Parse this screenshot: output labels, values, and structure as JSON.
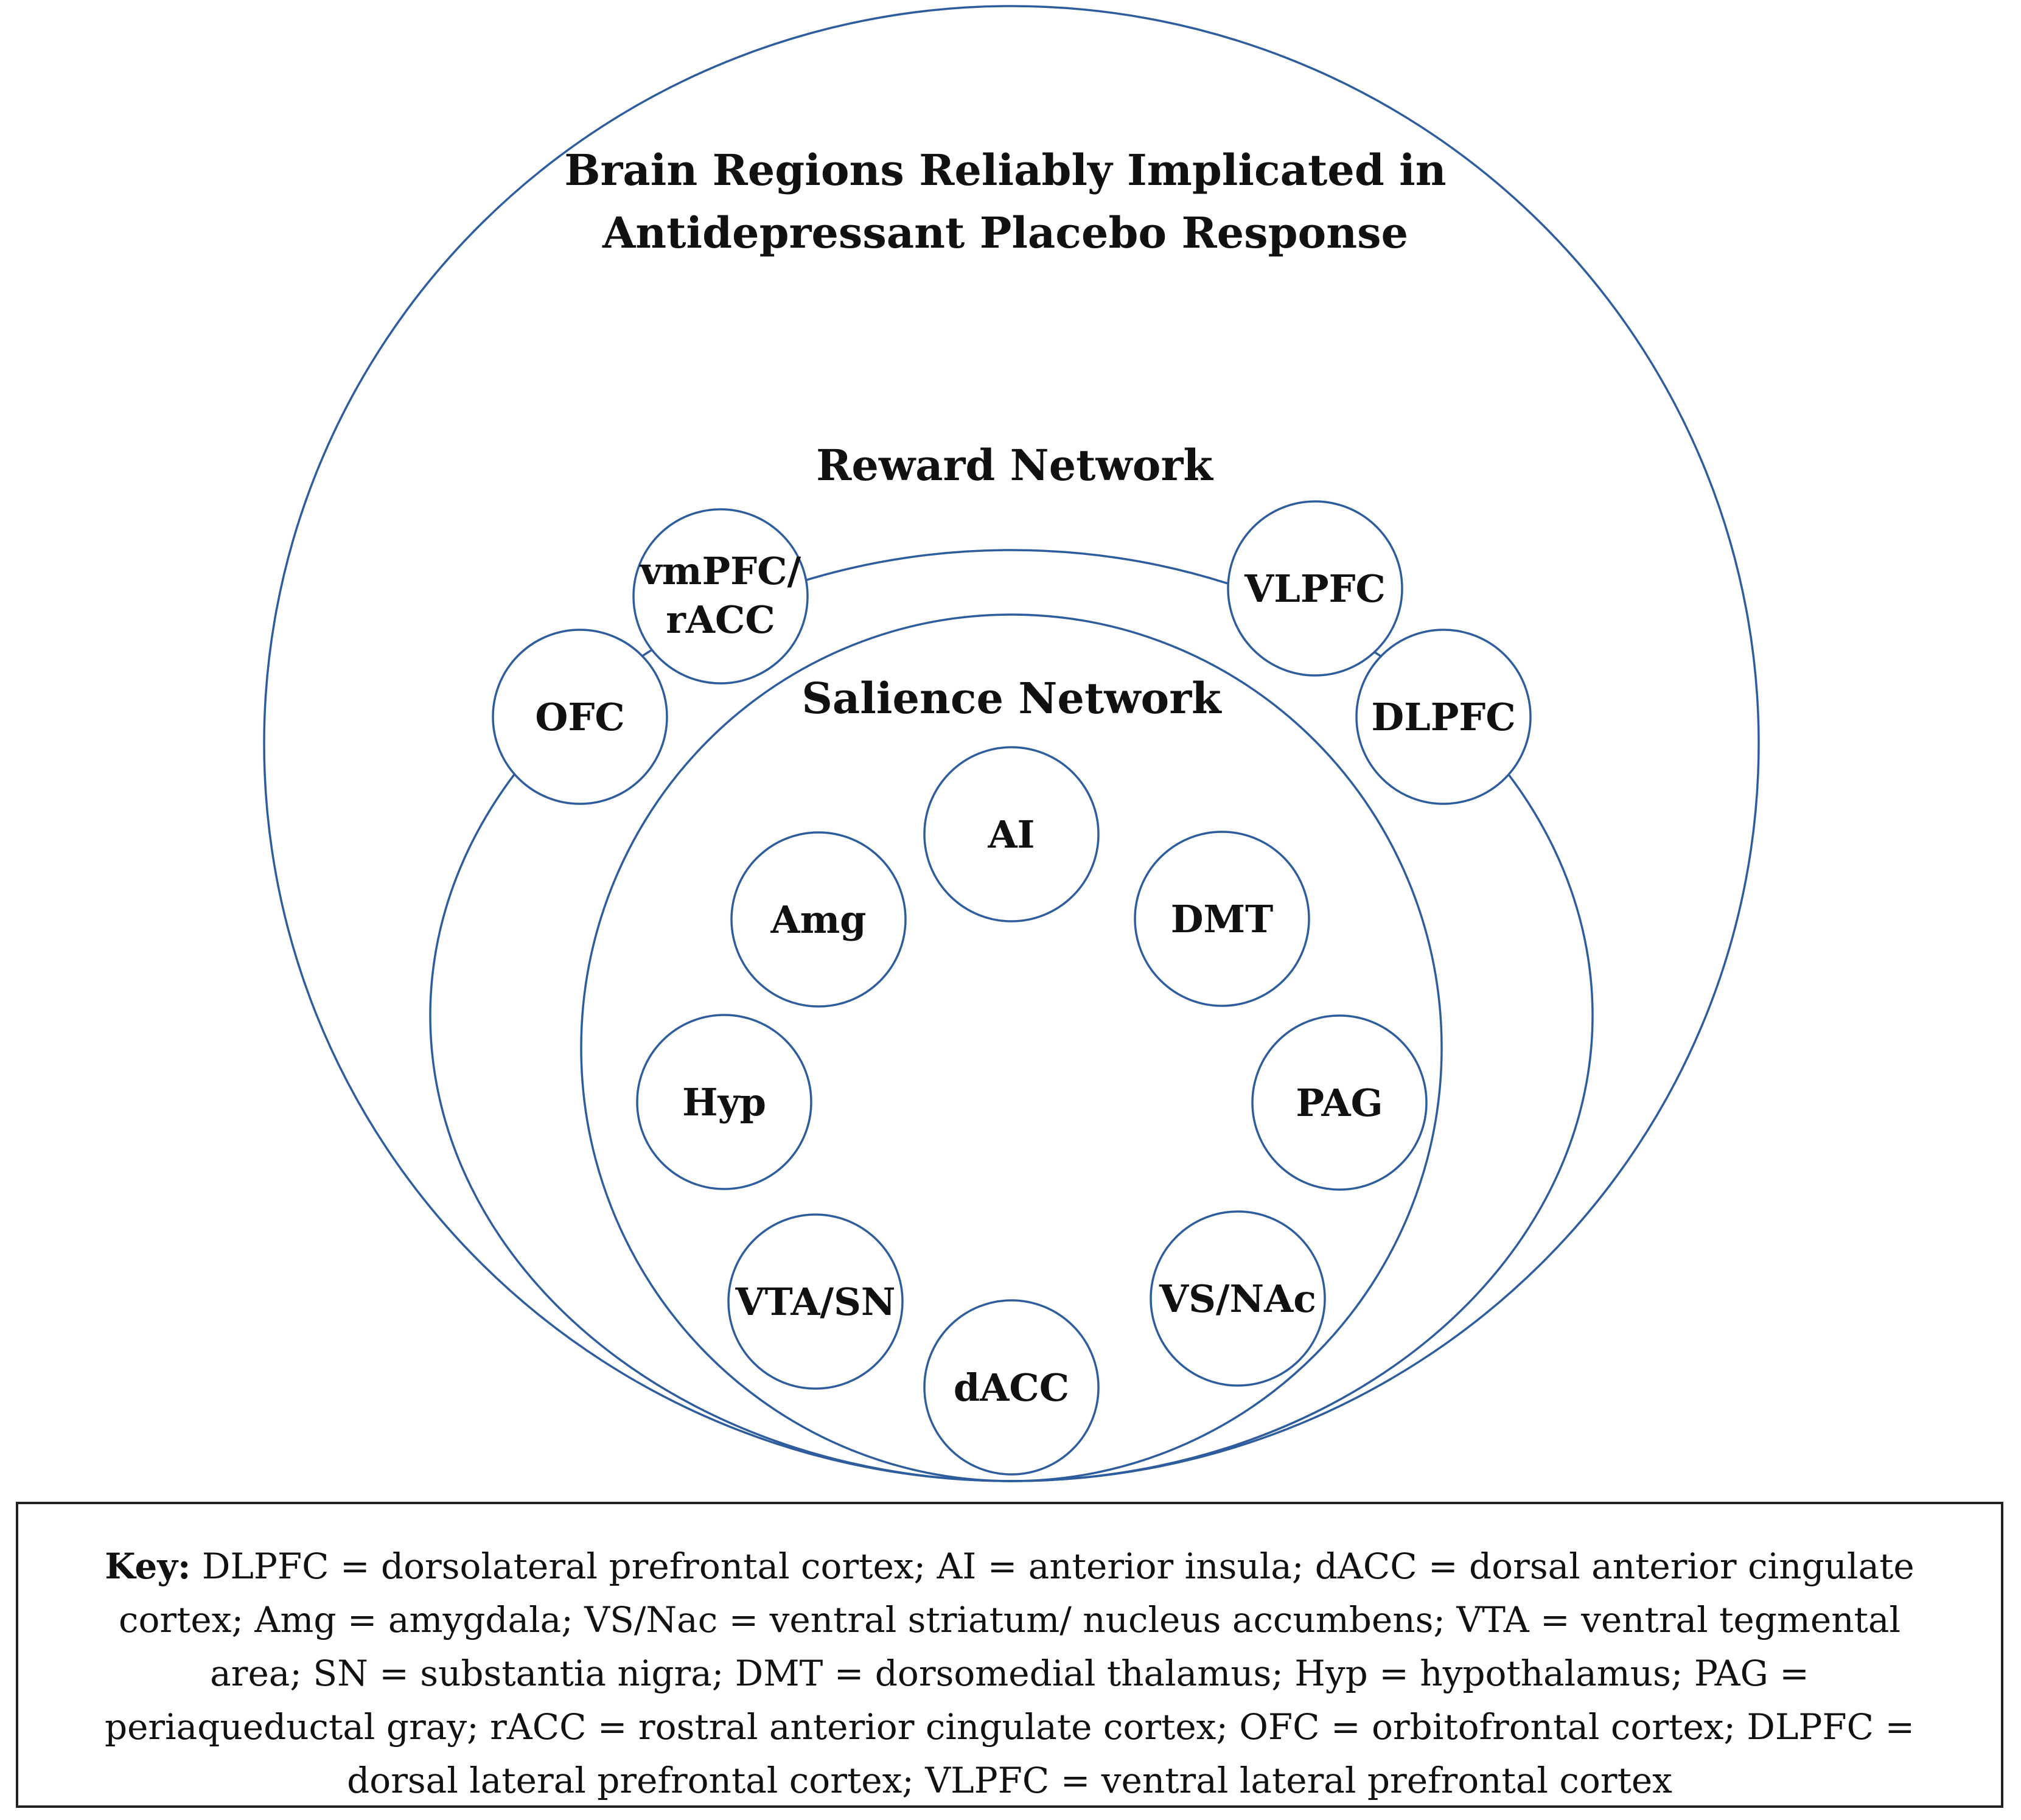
{
  "diagram": {
    "title": {
      "line1": "Brain Regions Reliably Implicated in",
      "line2": "Antidepressant Placebo Response"
    },
    "reward_network": {
      "label": "Reward Network"
    },
    "salience_network": {
      "label": "Salience Network"
    },
    "reward_nodes": [
      {
        "id": "vmpfc",
        "lines": [
          "vmPFC/",
          "rACC"
        ]
      },
      {
        "id": "ofc",
        "lines": [
          "OFC"
        ]
      },
      {
        "id": "vlpfc",
        "lines": [
          "VLPFC"
        ]
      },
      {
        "id": "dlpfc",
        "lines": [
          "DLPFC"
        ]
      }
    ],
    "salience_nodes": [
      {
        "id": "ai",
        "lines": [
          "AI"
        ]
      },
      {
        "id": "amg",
        "lines": [
          "Amg"
        ]
      },
      {
        "id": "dmt",
        "lines": [
          "DMT"
        ]
      },
      {
        "id": "hyp",
        "lines": [
          "Hyp"
        ]
      },
      {
        "id": "pag",
        "lines": [
          "PAG"
        ]
      },
      {
        "id": "vta-sn",
        "lines": [
          "VTA/SN"
        ]
      },
      {
        "id": "vs-nac",
        "lines": [
          "VS/NAc"
        ]
      },
      {
        "id": "dacc",
        "lines": [
          "dACC"
        ]
      }
    ],
    "colors": {
      "stroke": "#2e5d9e",
      "text": "#111111"
    }
  },
  "key": {
    "label": "Key:",
    "text": "DLPFC = dorsolateral prefrontal cortex; AI = anterior insula; dACC = dorsal anterior cingulate cortex; Amg = amygdala; VS/Nac = ventral striatum/ nucleus accumbens; VTA = ventral tegmental area; SN = substantia nigra; DMT = dorsomedial thalamus; Hyp = hypothalamus; PAG = periaqueductal gray; rACC = rostral anterior cingulate cortex; OFC = orbitofrontal cortex; DLPFC = dorsal lateral prefrontal cortex; VLPFC = ventral lateral prefrontal cortex"
  }
}
